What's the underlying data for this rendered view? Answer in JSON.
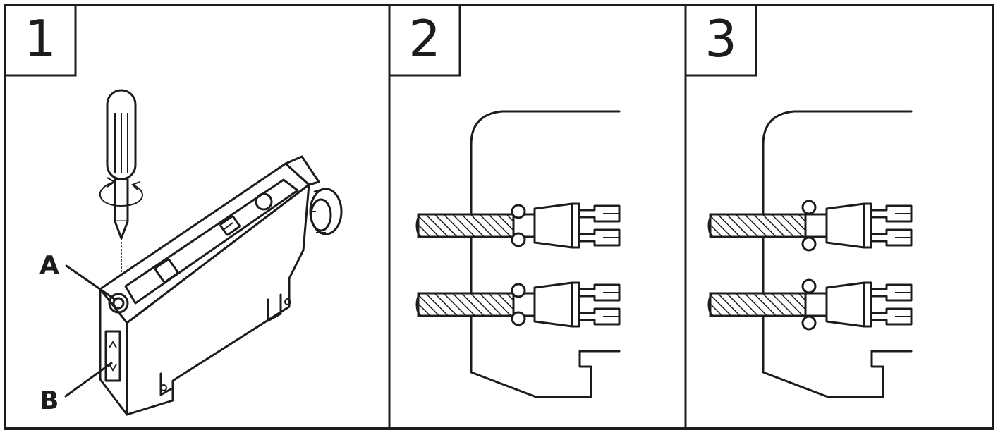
{
  "panels": [
    {
      "number": "1"
    },
    {
      "number": "2"
    },
    {
      "number": "3"
    }
  ],
  "callouts": {
    "a": "A",
    "b": "B"
  },
  "colors": {
    "ink": "#1c1c1c",
    "background": "#ffffff"
  }
}
